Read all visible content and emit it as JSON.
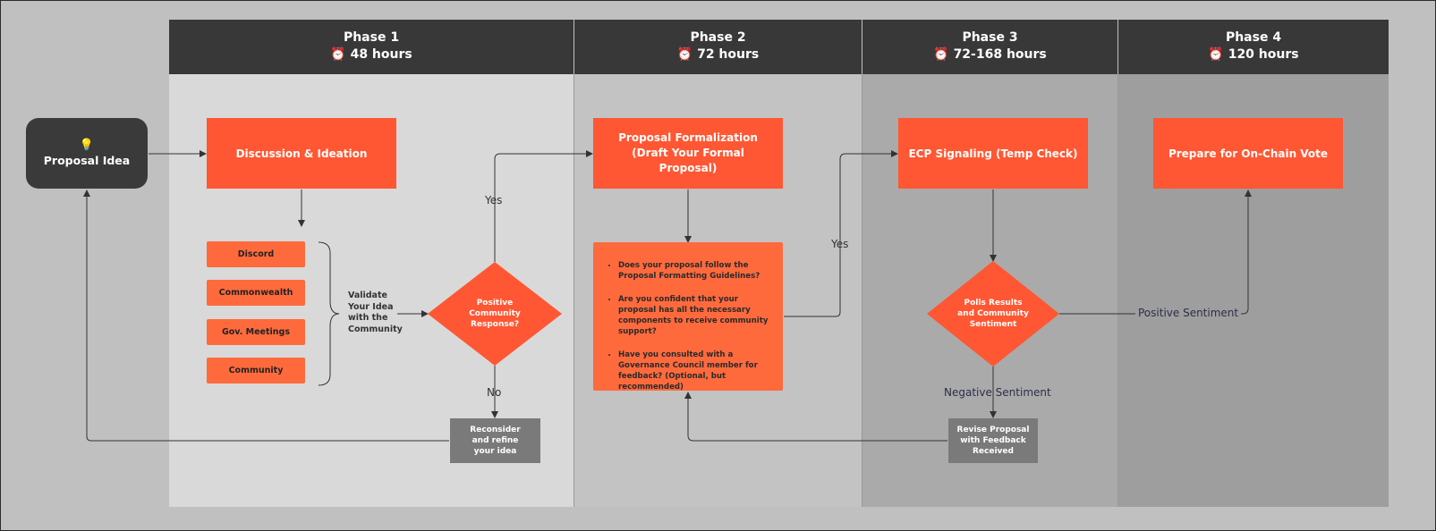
{
  "colors": {
    "accent": "#ff5733",
    "header": "#383838",
    "start_node": "#3a3a3a",
    "grey_node": "#7a7a7a"
  },
  "icons": {
    "phase_icon": "alarm-clock-icon",
    "idea_icon": "lightbulb-icon"
  },
  "phases": [
    {
      "title": "Phase 1",
      "duration": "48 hours"
    },
    {
      "title": "Phase 2",
      "duration": "72 hours"
    },
    {
      "title": "Phase 3",
      "duration": "72-168 hours"
    },
    {
      "title": "Phase 4",
      "duration": "120 hours"
    }
  ],
  "nodes": {
    "start": "Proposal Idea",
    "discussion": "Discussion & Ideation",
    "channels": [
      "Discord",
      "Commonwealth",
      "Gov. Meetings",
      "Community"
    ],
    "validate": "Validate Your Idea with the Community",
    "decision1": "Positive Community Response?",
    "reconsider": "Reconsider and refine your idea",
    "formalization": "Proposal Formalization (Draft Your Formal Proposal)",
    "checklist": [
      "Does your proposal follow the Proposal Formatting Guidelines?",
      "Are you confident that your proposal has all the necessary components to receive community support?",
      "Have you consulted with a Governance Council member for feedback? (Optional, but recommended)"
    ],
    "ecp": "ECP Signaling (Temp Check)",
    "decision2": "Polls Results and Community Sentiment",
    "revise": "Revise Proposal with Feedback Received",
    "onchain": "Prepare for On-Chain Vote"
  },
  "edge_labels": {
    "yes1": "Yes",
    "no1": "No",
    "yes2": "Yes",
    "positive": "Positive Sentiment",
    "negative": "Negative Sentiment"
  }
}
